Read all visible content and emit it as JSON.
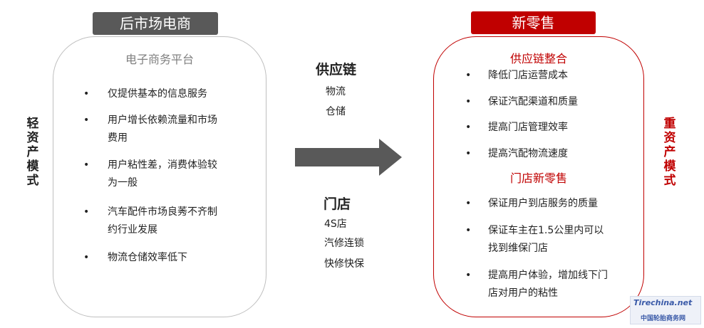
{
  "header": {
    "left_tab": "后市场电商",
    "right_tab": "新零售"
  },
  "side_labels": {
    "left": "轻资产模式",
    "right": "重资产模式"
  },
  "left_panel": {
    "heading": "电子商务平台",
    "items": [
      "仅提供基本的信息服务",
      "用户增长依赖流量和市场费用",
      "用户粘性差，消费体验较为一般",
      "汽车配件市场良莠不齐制约行业发展",
      "物流仓储效率低下"
    ]
  },
  "middle": {
    "supply_title": "供应链",
    "supply_items": [
      "物流",
      "仓储"
    ],
    "store_title": "门店",
    "store_items": [
      "4S店",
      "汽修连锁",
      "快修快保"
    ]
  },
  "right_panel": {
    "heading_1": "供应链整合",
    "items_1": [
      "降低门店运营成本",
      "保证汽配渠道和质量",
      "提高门店管理效率",
      "提高汽配物流速度"
    ],
    "heading_2": "门店新零售",
    "items_2": [
      "保证用户到店服务的质量",
      "保证车主在1.5公里内可以找到维保门店",
      "提高用户体验，增加线下门店对用户的粘性"
    ]
  },
  "watermark": {
    "logo": "Tirechina.net",
    "text": "中国轮胎商务网"
  },
  "colors": {
    "accent_red": "#c00000",
    "gray_tab": "#595959",
    "arrow": "#595959"
  }
}
